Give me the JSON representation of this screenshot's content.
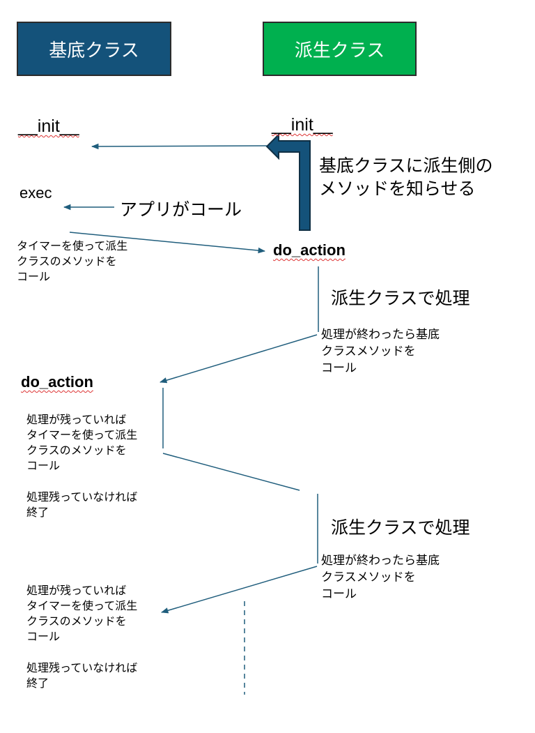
{
  "headers": {
    "base": "基底クラス",
    "derived": "派生クラス"
  },
  "colors": {
    "base_box": "#14527a",
    "derived_box": "#00b04f",
    "arrow": "#1f5d7c"
  },
  "methods": {
    "base_init": "__init__",
    "derived_init": "__init__",
    "exec": "exec",
    "derived_do_action": "do_action",
    "base_do_action": "do_action"
  },
  "notes": {
    "notify": [
      "基底クラスに派生側の",
      "メソッドを知らせる"
    ],
    "app_call": "アプリがコール",
    "timer_call": [
      "タイマーを使って派生",
      "クラスのメソッドを",
      "コール"
    ],
    "process_1": "派生クラスで処理",
    "done_call_1": [
      "処理が終わったら基底",
      "クラスメソッドを",
      "コール"
    ],
    "remaining_1": [
      "処理が残っていれば",
      "タイマーを使って派生",
      "クラスのメソッドを",
      "コール"
    ],
    "finished_1": [
      "処理残っていなければ",
      "終了"
    ],
    "process_2": "派生クラスで処理",
    "done_call_2": [
      "処理が終わったら基底",
      "クラスメソッドを",
      "コール"
    ],
    "remaining_2": [
      "処理が残っていれば",
      "タイマーを使って派生",
      "クラスのメソッドを",
      "コール"
    ],
    "finished_2": [
      "処理残っていなければ",
      "終了"
    ]
  }
}
